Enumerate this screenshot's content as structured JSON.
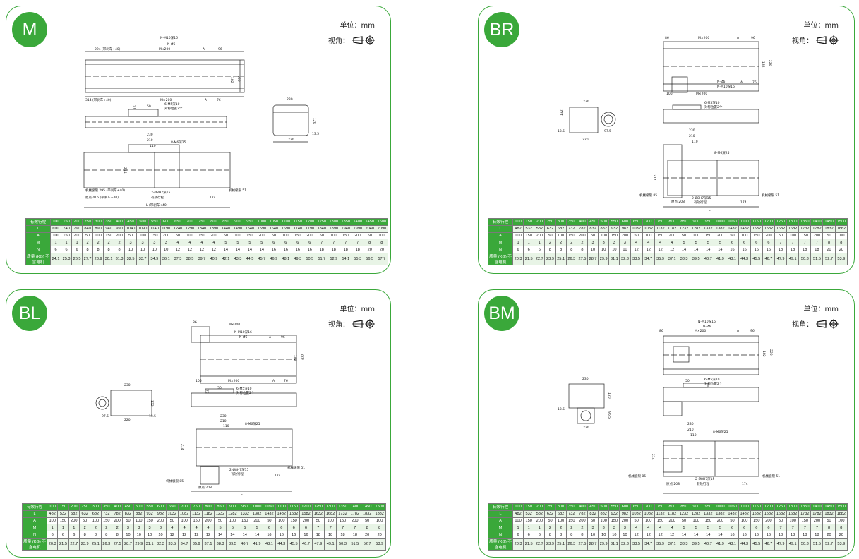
{
  "common": {
    "unit_label": "单位：mm",
    "view_label": "视角：",
    "accent": "#3aa83a"
  },
  "panels": [
    {
      "id": "M",
      "title": "M",
      "annotations": {
        "top_len": "294 (带刹车+40)",
        "m_pitch": "M×200",
        "a_label": "A",
        "dim_96": "96",
        "hole_note": "N-M10深16",
        "n_note": "N-Ø6",
        "height_182": "182",
        "height_220": "220",
        "bottom_len": "314 (带刹车+40)",
        "m_pitch2": "M×200",
        "a_label2": "A",
        "dim_76": "76",
        "side_note": "6-M5深10",
        "side_note2": "对称位置2个",
        "dim_50": "50",
        "dim_15": "15",
        "w230": "230",
        "w210": "210",
        "w110": "110",
        "m6_note": "8-M6深25",
        "h214": "214",
        "pin_note": "2-Ø8H7深15",
        "mech_limit_l": "机械极限 295 (带刹车+40)",
        "effective_stroke": "有效行程",
        "origin": "原点 416 (带刹车+40)",
        "l_total": "L (带刹车+40)",
        "d174": "174",
        "mech_limit_r": "机械极限 51",
        "end_230": "230",
        "end_120": "120",
        "end_13_5": "13.5",
        "end_220": "220"
      },
      "table": {
        "row_labels": [
          "有效行程",
          "L",
          "A",
          "M",
          "N",
          "质量 (KG) 不含电机"
        ],
        "rows": [
          [
            "100",
            "150",
            "200",
            "250",
            "300",
            "350",
            "400",
            "450",
            "500",
            "550",
            "600",
            "650",
            "700",
            "750",
            "800",
            "850",
            "900",
            "950",
            "1000",
            "1050",
            "1100",
            "1150",
            "1200",
            "1250",
            "1300",
            "1350",
            "1400",
            "1450",
            "1500"
          ],
          [
            "690",
            "740",
            "790",
            "840",
            "890",
            "940",
            "990",
            "1040",
            "1090",
            "1140",
            "1190",
            "1240",
            "1290",
            "1340",
            "1390",
            "1440",
            "1490",
            "1540",
            "1590",
            "1640",
            "1690",
            "1740",
            "1790",
            "1840",
            "1890",
            "1940",
            "1990",
            "2040",
            "2090"
          ],
          [
            "100",
            "150",
            "200",
            "50",
            "100",
            "150",
            "200",
            "50",
            "100",
            "150",
            "200",
            "50",
            "100",
            "150",
            "200",
            "50",
            "100",
            "150",
            "200",
            "50",
            "100",
            "150",
            "200",
            "50",
            "100",
            "150",
            "200",
            "50",
            "100"
          ],
          [
            "1",
            "1",
            "1",
            "2",
            "2",
            "2",
            "2",
            "3",
            "3",
            "3",
            "3",
            "4",
            "4",
            "4",
            "4",
            "5",
            "5",
            "5",
            "5",
            "6",
            "6",
            "6",
            "6",
            "7",
            "7",
            "7",
            "7",
            "8",
            "8"
          ],
          [
            "6",
            "6",
            "6",
            "8",
            "8",
            "8",
            "8",
            "10",
            "10",
            "10",
            "10",
            "12",
            "12",
            "12",
            "12",
            "14",
            "14",
            "14",
            "14",
            "16",
            "16",
            "16",
            "16",
            "18",
            "18",
            "18",
            "18",
            "20",
            "20"
          ],
          [
            "24.1",
            "25.3",
            "26.5",
            "27.7",
            "28.9",
            "30.1",
            "31.3",
            "32.5",
            "33.7",
            "34.9",
            "36.1",
            "37.3",
            "38.5",
            "39.7",
            "40.9",
            "42.1",
            "43.3",
            "44.5",
            "45.7",
            "46.9",
            "48.1",
            "49.3",
            "50.5",
            "51.7",
            "52.9",
            "54.1",
            "55.3",
            "56.5",
            "57.7"
          ]
        ]
      }
    },
    {
      "id": "BR",
      "title": "BR",
      "annotations": {
        "d86": "86",
        "m_pitch": "M×200",
        "a_label": "A",
        "dim_96": "96",
        "height_182": "182",
        "height_220": "220",
        "n_note": "N-Ø6",
        "hole_note": "N-M10深16",
        "d106": "106",
        "m_pitch2": "M×200",
        "a_label2": "A",
        "dim_76": "76",
        "end_230": "230",
        "end_132": "132",
        "end_13_5": "13.5",
        "end_220": "220",
        "end_97_5": "97.5",
        "side_note": "6-M5深10",
        "side_note2": "对称位置2个",
        "w230": "230",
        "w210": "210",
        "w110": "110",
        "m6_note": "8-M6深25",
        "h214": "214",
        "pin_note": "2-Ø8H7深15",
        "effective_stroke": "有效行程",
        "mech_limit_l": "机械极限 85",
        "origin": "原点 208",
        "mech_limit_r": "机械极限 51",
        "d174": "174",
        "l_total": "L"
      },
      "table": {
        "row_labels": [
          "有效行程",
          "L",
          "A",
          "M",
          "N",
          "质量 (KG) 不含电机"
        ],
        "rows": [
          [
            "100",
            "150",
            "200",
            "250",
            "300",
            "350",
            "400",
            "450",
            "500",
            "550",
            "600",
            "650",
            "700",
            "750",
            "800",
            "850",
            "900",
            "950",
            "1000",
            "1050",
            "1100",
            "1150",
            "1200",
            "1250",
            "1300",
            "1350",
            "1400",
            "1450",
            "1500"
          ],
          [
            "482",
            "532",
            "582",
            "632",
            "682",
            "732",
            "782",
            "832",
            "882",
            "932",
            "982",
            "1032",
            "1082",
            "1132",
            "1182",
            "1232",
            "1282",
            "1332",
            "1382",
            "1432",
            "1482",
            "1532",
            "1582",
            "1632",
            "1682",
            "1732",
            "1782",
            "1832",
            "1882"
          ],
          [
            "100",
            "150",
            "200",
            "50",
            "100",
            "150",
            "200",
            "50",
            "100",
            "150",
            "200",
            "50",
            "100",
            "150",
            "200",
            "50",
            "100",
            "150",
            "200",
            "50",
            "100",
            "150",
            "200",
            "50",
            "100",
            "150",
            "200",
            "50",
            "100"
          ],
          [
            "1",
            "1",
            "1",
            "2",
            "2",
            "2",
            "2",
            "3",
            "3",
            "3",
            "3",
            "4",
            "4",
            "4",
            "4",
            "5",
            "5",
            "5",
            "5",
            "6",
            "6",
            "6",
            "6",
            "7",
            "7",
            "7",
            "7",
            "8",
            "8"
          ],
          [
            "6",
            "6",
            "6",
            "8",
            "8",
            "8",
            "8",
            "10",
            "10",
            "10",
            "10",
            "12",
            "12",
            "12",
            "12",
            "14",
            "14",
            "14",
            "14",
            "16",
            "16",
            "16",
            "16",
            "18",
            "18",
            "18",
            "18",
            "20",
            "20"
          ],
          [
            "20.3",
            "21.5",
            "22.7",
            "23.9",
            "25.1",
            "26.3",
            "27.5",
            "28.7",
            "29.9",
            "31.1",
            "32.3",
            "33.5",
            "34.7",
            "35.9",
            "37.1",
            "38.3",
            "39.5",
            "40.7",
            "41.9",
            "43.1",
            "44.3",
            "45.5",
            "46.7",
            "47.9",
            "49.1",
            "50.3",
            "51.5",
            "52.7",
            "53.9"
          ]
        ]
      }
    },
    {
      "id": "BL",
      "title": "BL",
      "annotations": {
        "d86": "86",
        "m_pitch": "M×200",
        "a_label": "A",
        "dim_96": "96",
        "hole_note": "N-M10深16",
        "n_note": "N-Ø6",
        "height_182": "182",
        "height_220": "220",
        "d106": "106",
        "m_pitch2": "M×200",
        "a_label2": "A",
        "dim_76": "76",
        "end_230": "230",
        "end_132": "132",
        "end_13_5": "13.5",
        "end_220": "220",
        "end_97_5": "97.5",
        "side_note": "6-M5深10",
        "side_note2": "对称位置2个",
        "dim_15": "15",
        "dim_50": "50",
        "w230": "230",
        "w210": "210",
        "w110": "110",
        "m6_note": "8-M6深25",
        "h214": "214",
        "pin_note": "2-Ø8H7深15",
        "effective_stroke": "有效行程",
        "mech_limit_l": "机械极限 85",
        "origin": "原点 208",
        "mech_limit_r": "机械极限 51",
        "d174": "174",
        "l_total": "L"
      },
      "table": {
        "row_labels": [
          "有效行程",
          "L",
          "A",
          "M",
          "N",
          "质量 (KG) 不含电机"
        ],
        "rows": [
          [
            "100",
            "150",
            "200",
            "250",
            "300",
            "350",
            "400",
            "450",
            "500",
            "550",
            "600",
            "650",
            "700",
            "750",
            "800",
            "850",
            "900",
            "950",
            "1000",
            "1050",
            "1100",
            "1150",
            "1200",
            "1250",
            "1300",
            "1350",
            "1400",
            "1450",
            "1500"
          ],
          [
            "482",
            "532",
            "582",
            "632",
            "682",
            "732",
            "782",
            "832",
            "882",
            "932",
            "982",
            "1032",
            "1082",
            "1132",
            "1182",
            "1232",
            "1282",
            "1332",
            "1382",
            "1432",
            "1482",
            "1532",
            "1582",
            "1632",
            "1682",
            "1732",
            "1782",
            "1832",
            "1882"
          ],
          [
            "100",
            "150",
            "200",
            "50",
            "100",
            "150",
            "200",
            "50",
            "100",
            "150",
            "200",
            "50",
            "100",
            "150",
            "200",
            "50",
            "100",
            "150",
            "200",
            "50",
            "100",
            "150",
            "200",
            "50",
            "100",
            "150",
            "200",
            "50",
            "100"
          ],
          [
            "1",
            "1",
            "1",
            "2",
            "2",
            "2",
            "2",
            "3",
            "3",
            "3",
            "3",
            "4",
            "4",
            "4",
            "4",
            "5",
            "5",
            "5",
            "5",
            "6",
            "6",
            "6",
            "6",
            "7",
            "7",
            "7",
            "7",
            "8",
            "8"
          ],
          [
            "6",
            "6",
            "6",
            "8",
            "8",
            "8",
            "8",
            "10",
            "10",
            "10",
            "10",
            "12",
            "12",
            "12",
            "12",
            "14",
            "14",
            "14",
            "14",
            "16",
            "16",
            "16",
            "16",
            "18",
            "18",
            "18",
            "18",
            "20",
            "20"
          ],
          [
            "20.3",
            "21.5",
            "22.7",
            "23.9",
            "25.1",
            "26.3",
            "27.5",
            "28.7",
            "29.9",
            "31.1",
            "32.3",
            "33.5",
            "34.7",
            "35.9",
            "37.1",
            "38.3",
            "39.5",
            "40.7",
            "41.9",
            "43.1",
            "44.3",
            "45.5",
            "46.7",
            "47.9",
            "49.1",
            "50.3",
            "51.5",
            "52.7",
            "53.9"
          ]
        ]
      }
    },
    {
      "id": "BM",
      "title": "BM",
      "annotations": {
        "d86": "86",
        "m_pitch": "M×200",
        "a_label": "A",
        "dim_96": "96",
        "hole_note": "N-M10深16",
        "n_note": "N-Ø6",
        "height_182": "182",
        "height_220": "220",
        "end_230": "230",
        "end_120": "120",
        "end_13_5": "13.5",
        "end_96_5": "96.5",
        "end_220": "220",
        "side_note": "6-M5深10",
        "side_note2": "对称位置2个",
        "dim_50": "50",
        "w230": "230",
        "w210": "210",
        "w110": "110",
        "m6_note": "8-M6深25",
        "h214": "214",
        "pin_note": "2-Ø8H7深15",
        "effective_stroke": "有效行程",
        "mech_limit_l": "机械极限 85",
        "origin": "原点 208",
        "mech_limit_r": "机械极限 51",
        "d174": "174",
        "l_total": "L"
      },
      "table": {
        "row_labels": [
          "有效行程",
          "L",
          "A",
          "M",
          "N",
          "质量 (KG) 不含电机"
        ],
        "rows": [
          [
            "100",
            "150",
            "200",
            "250",
            "300",
            "350",
            "400",
            "450",
            "500",
            "550",
            "600",
            "650",
            "700",
            "750",
            "800",
            "850",
            "900",
            "950",
            "1000",
            "1050",
            "1100",
            "1150",
            "1200",
            "1250",
            "1300",
            "1350",
            "1400",
            "1450",
            "1500"
          ],
          [
            "482",
            "532",
            "582",
            "632",
            "682",
            "732",
            "782",
            "832",
            "882",
            "932",
            "982",
            "1032",
            "1082",
            "1132",
            "1182",
            "1232",
            "1282",
            "1332",
            "1382",
            "1432",
            "1482",
            "1532",
            "1582",
            "1632",
            "1682",
            "1732",
            "1782",
            "1832",
            "1882"
          ],
          [
            "100",
            "150",
            "200",
            "50",
            "100",
            "150",
            "200",
            "50",
            "100",
            "150",
            "200",
            "50",
            "100",
            "150",
            "200",
            "50",
            "100",
            "150",
            "200",
            "50",
            "100",
            "150",
            "200",
            "50",
            "100",
            "150",
            "200",
            "50",
            "100"
          ],
          [
            "1",
            "1",
            "1",
            "2",
            "2",
            "2",
            "2",
            "3",
            "3",
            "3",
            "3",
            "4",
            "4",
            "4",
            "4",
            "5",
            "5",
            "5",
            "5",
            "6",
            "6",
            "6",
            "6",
            "7",
            "7",
            "7",
            "7",
            "8",
            "8"
          ],
          [
            "6",
            "6",
            "6",
            "8",
            "8",
            "8",
            "8",
            "10",
            "10",
            "10",
            "10",
            "12",
            "12",
            "12",
            "12",
            "14",
            "14",
            "14",
            "14",
            "16",
            "16",
            "16",
            "16",
            "18",
            "18",
            "18",
            "18",
            "20",
            "20"
          ],
          [
            "20.3",
            "21.5",
            "22.7",
            "23.9",
            "25.1",
            "26.3",
            "27.5",
            "28.7",
            "29.9",
            "31.1",
            "32.3",
            "33.5",
            "34.7",
            "35.9",
            "37.1",
            "38.3",
            "39.5",
            "40.7",
            "41.9",
            "43.1",
            "44.3",
            "45.5",
            "46.7",
            "47.9",
            "49.1",
            "50.3",
            "51.5",
            "52.7",
            "53.9"
          ]
        ]
      }
    }
  ]
}
